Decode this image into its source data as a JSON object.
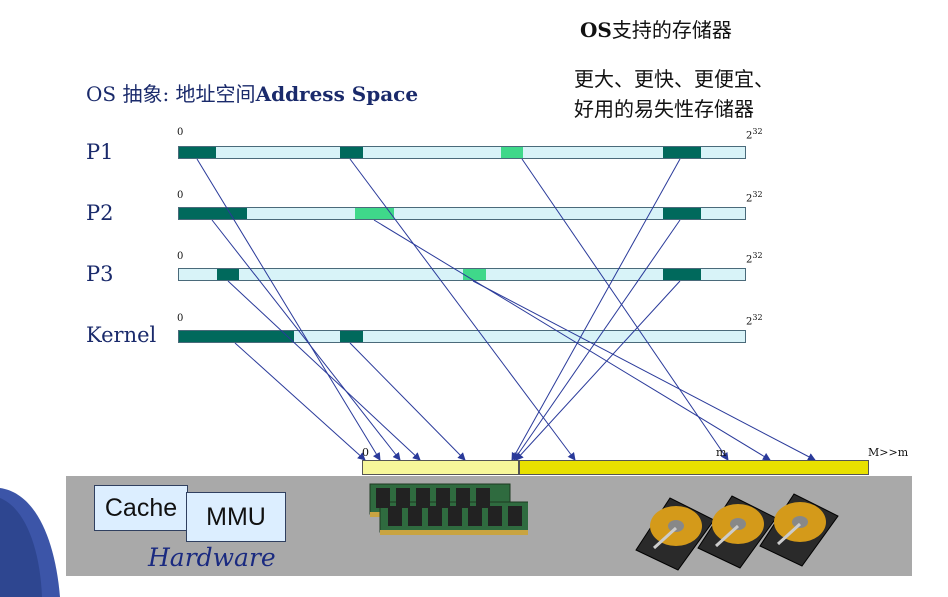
{
  "header": {
    "os_support_prefix": "OS",
    "os_support_title": "支持的存储器",
    "goal_line1": "更大、更快、更便宜、",
    "goal_line2": "好用的易失性存储器",
    "abstraction_prefix": "OS 抽象: 地址空间",
    "abstraction_bold": "Address Space"
  },
  "address_spaces": [
    {
      "label": "P1",
      "start": "0",
      "end_base": "2",
      "end_exp": "32"
    },
    {
      "label": "P2",
      "start": "0",
      "end_base": "2",
      "end_exp": "32"
    },
    {
      "label": "P3",
      "start": "0",
      "end_base": "2",
      "end_exp": "32"
    },
    {
      "label": "Kernel",
      "start": "0",
      "end_base": "2",
      "end_exp": "32"
    }
  ],
  "physical_memory": {
    "start_label": "0",
    "mid_label": "m",
    "end_label": "M>>m"
  },
  "hardware": {
    "cache_label": "Cache",
    "mmu_label": "MMU",
    "hardware_label": "Hardware"
  },
  "colors": {
    "bar_fill": "#d8f3f8",
    "segment_dark": "#00695c",
    "segment_light": "#3fd88a",
    "ram_bar": "#f7f79a",
    "disk_bar": "#e8e000",
    "arrow": "#2a3a9a",
    "hardware_band": "#a9a9a9"
  }
}
